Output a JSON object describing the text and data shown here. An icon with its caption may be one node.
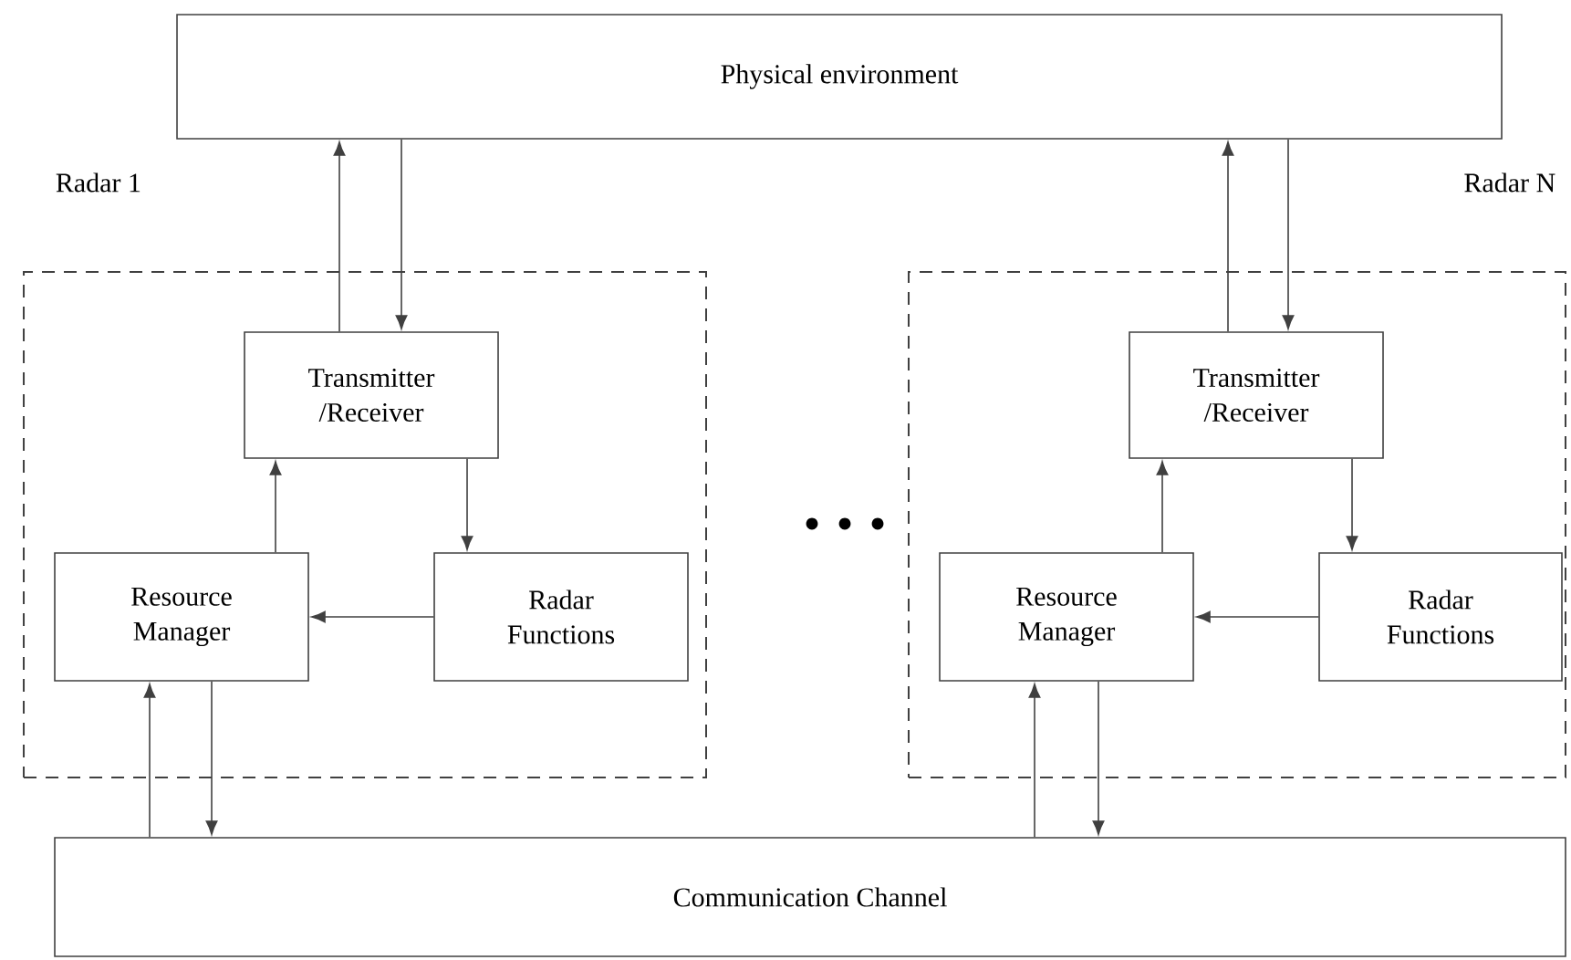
{
  "diagram": {
    "nodes": [
      {
        "text": [
          "Physical environment"
        ]
      },
      {
        "text": [
          "Radar 1"
        ]
      },
      {
        "text": [
          "Transmitter /Receiver"
        ],
        "in": 1
      },
      {
        "text": [
          "Resource Manager"
        ],
        "in": 1
      },
      {
        "text": [
          "Radar Functions"
        ],
        "in": 1
      },
      {
        "text": [
          "Radar N"
        ]
      },
      {
        "text": [
          "Transmitter /Receiver"
        ],
        "in": 5
      },
      {
        "text": [
          "Resource Manager"
        ],
        "in": 5
      },
      {
        "text": [
          "Radar Functions"
        ],
        "in": 5
      },
      {
        "text": [
          "Communication Channel"
        ]
      }
    ],
    "edges": [
      {
        "from": 2,
        "to": 0,
        "arrow": "to"
      },
      {
        "from": 0,
        "to": 2,
        "arrow": "to"
      },
      {
        "from": 3,
        "to": 2,
        "arrow": "to"
      },
      {
        "from": 2,
        "to": 4,
        "arrow": "to"
      },
      {
        "from": 4,
        "to": 3,
        "arrow": "to"
      },
      {
        "from": 9,
        "to": 3,
        "arrow": "to"
      },
      {
        "from": 3,
        "to": 9,
        "arrow": "to"
      },
      {
        "from": 6,
        "to": 0,
        "arrow": "to"
      },
      {
        "from": 0,
        "to": 6,
        "arrow": "to"
      },
      {
        "from": 7,
        "to": 6,
        "arrow": "to"
      },
      {
        "from": 6,
        "to": 8,
        "arrow": "to"
      },
      {
        "from": 8,
        "to": 7,
        "arrow": "to"
      },
      {
        "from": 9,
        "to": 7,
        "arrow": "to"
      },
      {
        "from": 7,
        "to": 9,
        "arrow": "to"
      }
    ]
  }
}
